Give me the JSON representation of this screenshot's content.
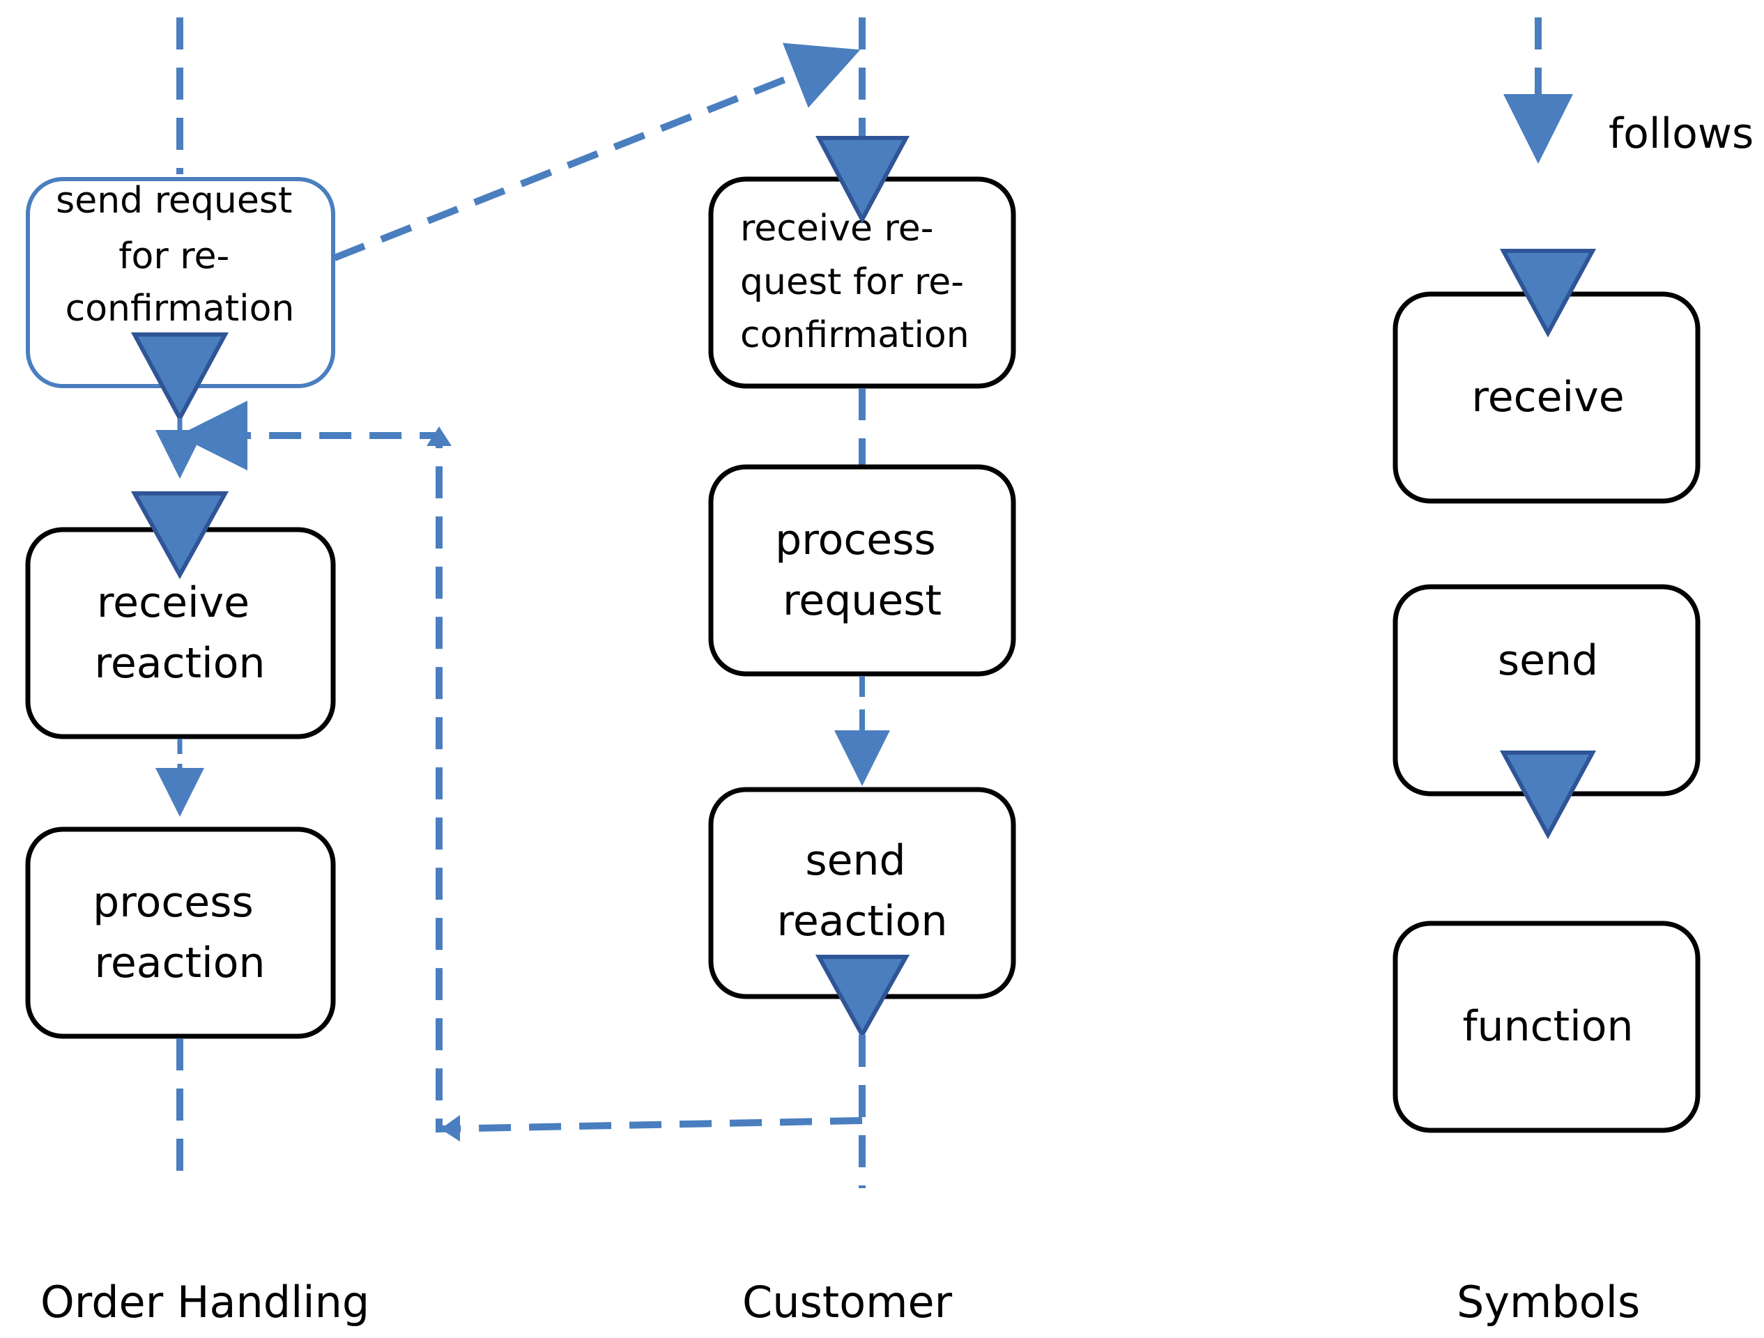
{
  "colors": {
    "flow": "#4a7ebf",
    "receive_send_marker": "#4a7ebf",
    "marker_outline": "#2f5597",
    "box_border": "#000000",
    "highlight_border": "#4a7ebf",
    "text": "#000000"
  },
  "lanes": {
    "order_handling": {
      "title": "Order Handling",
      "nodes": {
        "send_request": {
          "lines": [
            "send request",
            "for  re-",
            "confirmation"
          ],
          "kind": "send"
        },
        "receive_reaction": {
          "lines": [
            "receive",
            "reaction"
          ],
          "kind": "receive"
        },
        "process_reaction": {
          "lines": [
            "process",
            "reaction"
          ],
          "kind": "function"
        }
      }
    },
    "customer": {
      "title": "Customer",
      "nodes": {
        "receive_request": {
          "lines": [
            "receive  re-",
            "quest for re-",
            "confirmation"
          ],
          "kind": "receive"
        },
        "process_request": {
          "lines": [
            "process",
            "request"
          ],
          "kind": "function"
        },
        "send_reaction": {
          "lines": [
            "send",
            "reaction"
          ],
          "kind": "send"
        }
      }
    },
    "symbols": {
      "title": "Symbols",
      "follows_label": "follows",
      "nodes": {
        "receive": {
          "lines": [
            "receive"
          ],
          "kind": "receive"
        },
        "send": {
          "lines": [
            "send"
          ],
          "kind": "send"
        },
        "function": {
          "lines": [
            "function"
          ],
          "kind": "function"
        }
      }
    }
  }
}
